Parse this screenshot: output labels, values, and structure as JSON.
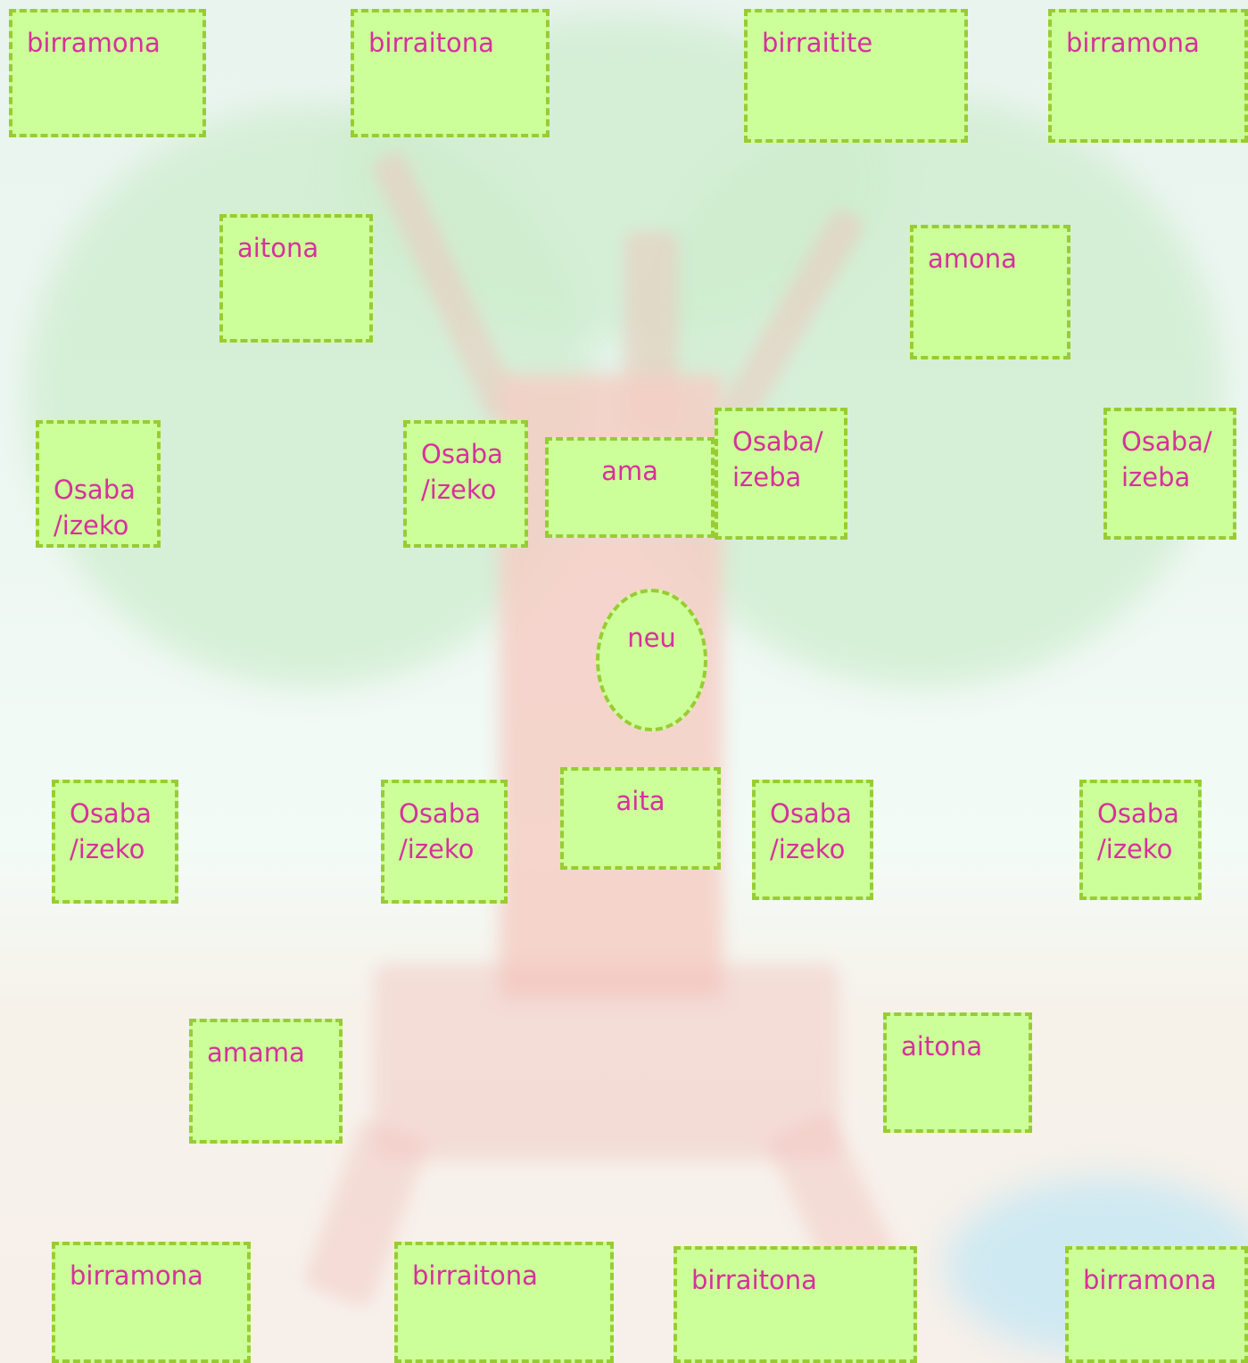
{
  "boxes": {
    "ggp_top_1": "birramona",
    "ggp_top_2": "birraitona",
    "ggp_top_3": "birraitite",
    "ggp_top_4": "birramona",
    "gp_top_left": "aitona",
    "gp_top_right": "amona",
    "au_top_1": "Osaba\n/izeko",
    "au_top_2": "Osaba\n/izeko",
    "mother": "ama",
    "au_top_3": "Osaba/\nizeba",
    "au_top_4": "Osaba/\nizeba",
    "me": "neu",
    "au_bot_1": "Osaba\n/izeko",
    "au_bot_2": "Osaba\n/izeko",
    "father": "aita",
    "au_bot_3": "Osaba\n/izeko",
    "au_bot_4": "Osaba\n/izeko",
    "gp_bot_left": "amama",
    "gp_bot_right": "aitona",
    "ggp_bot_1": "birramona",
    "ggp_bot_2": "birraitona",
    "ggp_bot_3": "birraitona",
    "ggp_bot_4": "birramona"
  },
  "colors": {
    "box_fill": "#ccff99",
    "box_border": "#99cc33",
    "text": "#d6319b"
  }
}
